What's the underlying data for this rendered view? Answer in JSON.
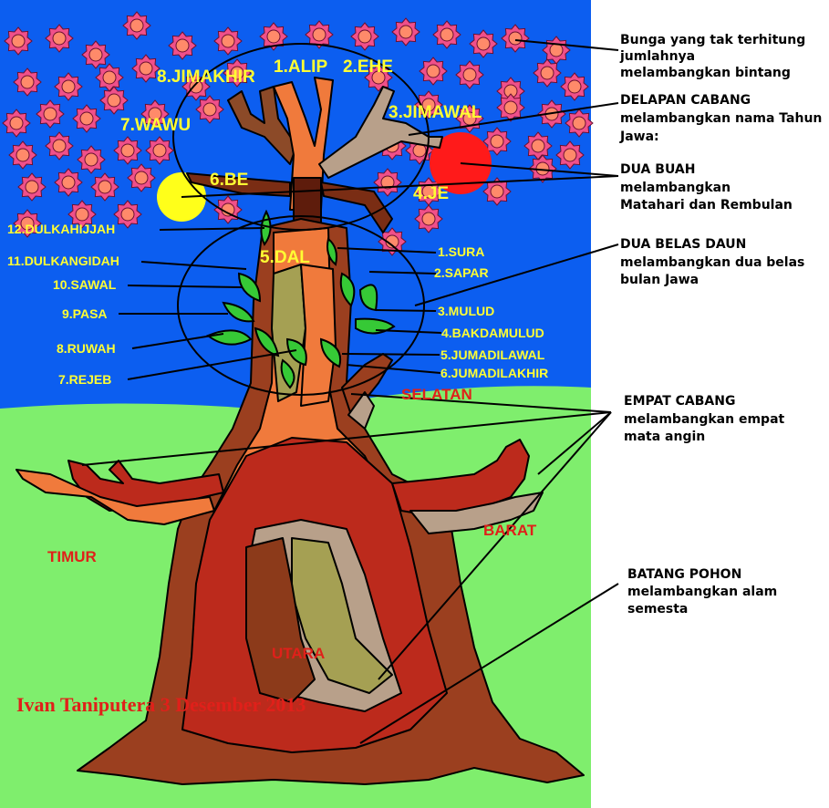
{
  "colors": {
    "sky": "#0c5ef0",
    "grass": "#7fee6d",
    "flower_petal": "#f0508a",
    "flower_center": "#ff8a6a",
    "trunk_brown": "#9b3f1f",
    "trunk_orange": "#f07a3c",
    "trunk_red": "#bc2a1c",
    "trunk_grey": "#b8a08a",
    "trunk_olive": "#a5a053",
    "leaf_green": "#36c936",
    "sun_yellow": "#ffff1a",
    "moon_red": "#ff1a1a",
    "label_yellow": "#ffff33",
    "label_red": "#e0201a"
  },
  "years": [
    {
      "label": "1.ALIP"
    },
    {
      "label": "2.EHE"
    },
    {
      "label": "3.JIMAWAL"
    },
    {
      "label": "4.JE"
    },
    {
      "label": "5.DAL"
    },
    {
      "label": "6.BE"
    },
    {
      "label": "7.WAWU"
    },
    {
      "label": "8.JIMAKHIR"
    }
  ],
  "months_right": [
    {
      "label": "1.SURA"
    },
    {
      "label": "2.SAPAR"
    },
    {
      "label": "3.MULUD"
    },
    {
      "label": "4.BAKDAMULUD"
    },
    {
      "label": "5.JUMADILAWAL"
    },
    {
      "label": "6.JUMADILAKHIR"
    }
  ],
  "months_left": [
    {
      "label": "12.DULKAHIJJAH"
    },
    {
      "label": "11.DULKANGIDAH"
    },
    {
      "label": "10.SAWAL"
    },
    {
      "label": "9.PASA"
    },
    {
      "label": "8.RUWAH"
    },
    {
      "label": "7.REJEB"
    }
  ],
  "directions": {
    "south": "SELATAN",
    "east": "TIMUR",
    "west": "BARAT",
    "north": "UTARA"
  },
  "notes": {
    "stars": [
      "Bunga yang tak terhitung",
      "jumlahnya",
      "melambangkan bintang"
    ],
    "branches": [
      "DELAPAN CABANG",
      "melambangkan nama Tahun",
      "Jawa:"
    ],
    "fruits": [
      "DUA BUAH",
      "melambangkan",
      "Matahari dan Rembulan"
    ],
    "leaves": [
      "DUA BELAS DAUN",
      "melambangkan dua belas",
      "bulan Jawa"
    ],
    "four_branches": [
      "EMPAT CABANG",
      "melambangkan empat",
      "mata angin"
    ],
    "trunk": [
      "BATANG POHON",
      "melambangkan alam",
      "semesta"
    ]
  },
  "signature": "Ivan Taniputera 3 Desember 2013"
}
